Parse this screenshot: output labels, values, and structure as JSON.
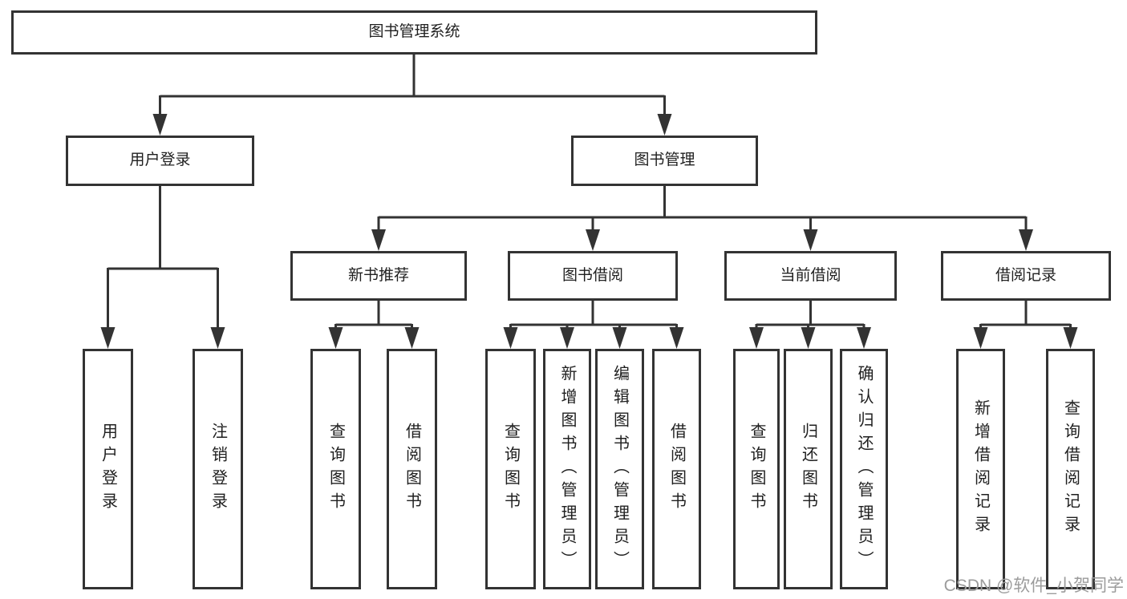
{
  "colors": {
    "line": "#333333",
    "box_border": "#333333",
    "box_fill": "#ffffff",
    "text": "#1f1f1f",
    "watermark": "#9c9c9c"
  },
  "diagram": {
    "root": {
      "label": "图书管理系统"
    },
    "branches": [
      {
        "label": "用户登录",
        "children": [
          {
            "label": "用户登录"
          },
          {
            "label": "注销登录"
          }
        ]
      },
      {
        "label": "图书管理",
        "children": [
          {
            "label": "新书推荐",
            "children": [
              {
                "label": "查询图书"
              },
              {
                "label": "借阅图书"
              }
            ]
          },
          {
            "label": "图书借阅",
            "children": [
              {
                "label": "查询图书"
              },
              {
                "label": "新增图书（管理员）"
              },
              {
                "label": "编辑图书（管理员）"
              },
              {
                "label": "借阅图书"
              }
            ]
          },
          {
            "label": "当前借阅",
            "children": [
              {
                "label": "查询图书"
              },
              {
                "label": "归还图书"
              },
              {
                "label": "确认归还（管理员）"
              }
            ]
          },
          {
            "label": "借阅记录",
            "children": [
              {
                "label": "新增借阅记录"
              },
              {
                "label": "查询借阅记录"
              }
            ]
          }
        ]
      }
    ]
  },
  "watermark": {
    "text": "CSDN @软件_小贺同学"
  }
}
